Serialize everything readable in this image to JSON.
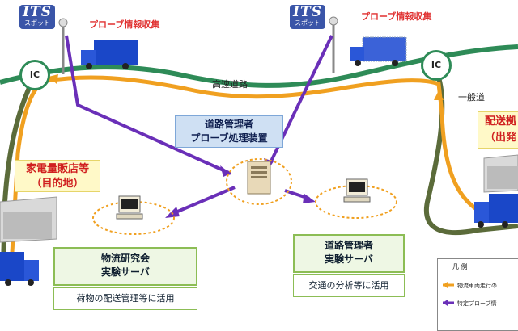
{
  "its_logo": {
    "brand": "ITS",
    "sub": "スポット"
  },
  "probe_collect_label": "プローブ情報収集",
  "ic_label": "IC",
  "expressway_label": "高速道路",
  "general_road_label": "一般道",
  "road_manager_box": {
    "line1": "道路管理者",
    "line2": "プローブ処理装置"
  },
  "destination": {
    "line1": "家電量販店等",
    "line2": "（目的地）"
  },
  "origin": {
    "line1": "配送拠",
    "line2": "（出発"
  },
  "logistics_server": {
    "line1": "物流研究会",
    "line2": "実験サーバ",
    "note": "荷物の配送管理等に活用"
  },
  "road_manager_server": {
    "line1": "道路管理者",
    "line2": "実験サーバ",
    "note": "交通の分析等に活用"
  },
  "legend": {
    "title": "凡 例",
    "items": [
      "物流車両走行の",
      "特定プローブ情"
    ]
  },
  "colors": {
    "expressway": "#2e8b57",
    "truck_route": "#f0a020",
    "probe_arrow": "#6a2fb8",
    "general_road": "#5b6b3a",
    "truck_blue": "#1a47c8",
    "its_blue": "#3a55a8"
  }
}
